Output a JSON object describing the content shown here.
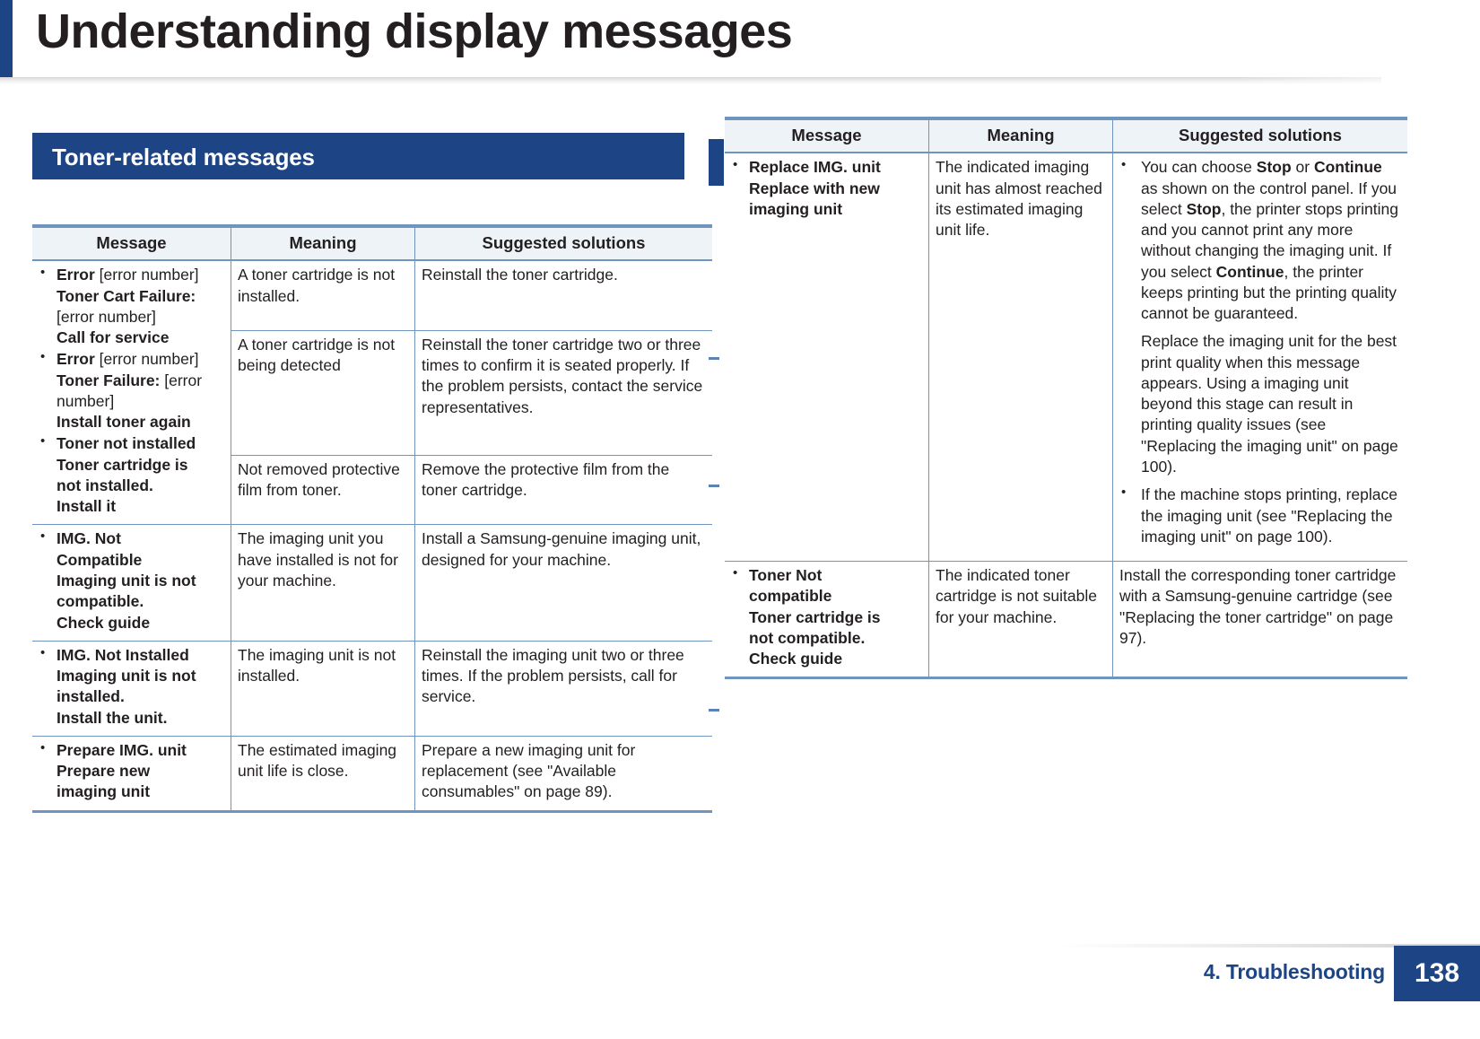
{
  "page": {
    "title": "Understanding display messages",
    "section_heading": "Toner-related messages",
    "footer_chapter": "4. Troubleshooting",
    "page_number": "138",
    "accent_color": "#1d4484",
    "table_border_color": "#6f95bf",
    "table_header_bg": "#eef3f8"
  },
  "columns": {
    "message": "Message",
    "meaning": "Meaning",
    "solutions": "Suggested solutions"
  },
  "left_table": {
    "message_groups": [
      {
        "lines": [
          [
            {
              "t": "Error",
              "b": true
            },
            {
              "t": " [error number]",
              "b": false
            }
          ],
          [
            {
              "t": "Toner Cart Failure:",
              "b": true
            }
          ],
          [
            {
              "t": "[error number]",
              "b": false
            }
          ],
          [
            {
              "t": "Call for service",
              "b": true
            }
          ]
        ]
      },
      {
        "lines": [
          [
            {
              "t": "Error",
              "b": true
            },
            {
              "t": " [error number]",
              "b": false
            }
          ],
          [
            {
              "t": "Toner Failure:",
              "b": true
            },
            {
              "t": " [error",
              "b": false
            }
          ],
          [
            {
              "t": "number]",
              "b": false
            }
          ],
          [
            {
              "t": "Install toner again",
              "b": true
            }
          ]
        ]
      },
      {
        "lines": [
          [
            {
              "t": "Toner not installed",
              "b": true
            }
          ],
          [
            {
              "t": "Toner cartridge is",
              "b": true
            }
          ],
          [
            {
              "t": "not installed.",
              "b": true
            }
          ],
          [
            {
              "t": "Install it",
              "b": true
            }
          ]
        ]
      }
    ],
    "rows": [
      {
        "meaning": "A toner cartridge is not installed.",
        "solution": "Reinstall the toner cartridge."
      },
      {
        "meaning": "A toner cartridge is not being detected",
        "solution": "Reinstall the toner cartridge two or three times to confirm it is seated properly. If the problem persists, contact the service representatives."
      },
      {
        "meaning": "Not removed protective film from toner.",
        "solution": "Remove the protective film from the toner cartridge."
      }
    ],
    "later_rows": [
      {
        "message_lines": [
          [
            {
              "t": "IMG. Not",
              "b": true
            }
          ],
          [
            {
              "t": "Compatible",
              "b": true
            }
          ],
          [
            {
              "t": "Imaging unit is not",
              "b": true
            }
          ],
          [
            {
              "t": "compatible.",
              "b": true
            }
          ],
          [
            {
              "t": "Check guide",
              "b": true
            }
          ]
        ],
        "meaning": "The imaging unit you have installed is not for your machine.",
        "solution": "Install a Samsung-genuine imaging unit, designed for your machine."
      },
      {
        "message_lines": [
          [
            {
              "t": "IMG. Not Installed",
              "b": true
            }
          ],
          [
            {
              "t": "Imaging unit is not",
              "b": true
            }
          ],
          [
            {
              "t": "installed.",
              "b": true
            }
          ],
          [
            {
              "t": "Install the unit.",
              "b": true
            }
          ]
        ],
        "meaning": "The imaging unit is not installed.",
        "solution": "Reinstall the imaging unit two or three times. If the problem persists, call for service."
      },
      {
        "message_lines": [
          [
            {
              "t": "Prepare IMG. unit",
              "b": true
            }
          ],
          [
            {
              "t": "Prepare new",
              "b": true
            }
          ],
          [
            {
              "t": "imaging unit",
              "b": true
            }
          ]
        ],
        "meaning": " The estimated imaging unit life is close.",
        "solution": "Prepare a new imaging unit for replacement (see \"Available consumables\" on page 89)."
      }
    ]
  },
  "right_table": {
    "rows": [
      {
        "message_lines": [
          [
            {
              "t": "Replace IMG. unit",
              "b": true
            }
          ],
          [
            {
              "t": "Replace with new",
              "b": true
            }
          ],
          [
            {
              "t": "imaging unit",
              "b": true
            }
          ]
        ],
        "meaning": "The indicated imaging unit has almost reached its estimated imaging unit life.",
        "solution_items": [
          {
            "bullet": true,
            "runs": [
              {
                "t": "You can choose ",
                "b": false
              },
              {
                "t": "Stop",
                "b": true
              },
              {
                "t": " or ",
                "b": false
              },
              {
                "t": "Continue",
                "b": true
              },
              {
                "t": " as shown on the control panel. If you select ",
                "b": false
              },
              {
                "t": "Stop",
                "b": true
              },
              {
                "t": ", the printer stops printing and you cannot print any more without changing the imaging unit. If you select ",
                "b": false
              },
              {
                "t": "Continue",
                "b": true
              },
              {
                "t": ", the printer keeps printing but the printing quality cannot be guaranteed.",
                "b": false
              }
            ]
          },
          {
            "bullet": false,
            "runs": [
              {
                "t": "Replace the imaging unit for the best print quality when this message appears. Using a imaging unit beyond this stage can result in printing quality issues (see \"Replacing the imaging unit\" on page 100).",
                "b": false
              }
            ]
          },
          {
            "bullet": true,
            "runs": [
              {
                "t": "If the machine stops printing, replace the imaging unit (see \"Replacing the imaging unit\" on page 100).",
                "b": false
              }
            ]
          }
        ]
      },
      {
        "message_lines": [
          [
            {
              "t": "Toner Not",
              "b": true
            }
          ],
          [
            {
              "t": "compatible",
              "b": true
            }
          ],
          [
            {
              "t": "Toner cartridge is",
              "b": true
            }
          ],
          [
            {
              "t": "not compatible.",
              "b": true
            }
          ],
          [
            {
              "t": "Check guide",
              "b": true
            }
          ]
        ],
        "meaning": "The indicated toner cartridge is not suitable for your machine.",
        "solution_items": [
          {
            "bullet": false,
            "plain": true,
            "runs": [
              {
                "t": "Install the corresponding toner cartridge with a Samsung-genuine cartridge (see \"Replacing the toner cartridge\" on page 97).",
                "b": false
              }
            ]
          }
        ]
      }
    ]
  }
}
